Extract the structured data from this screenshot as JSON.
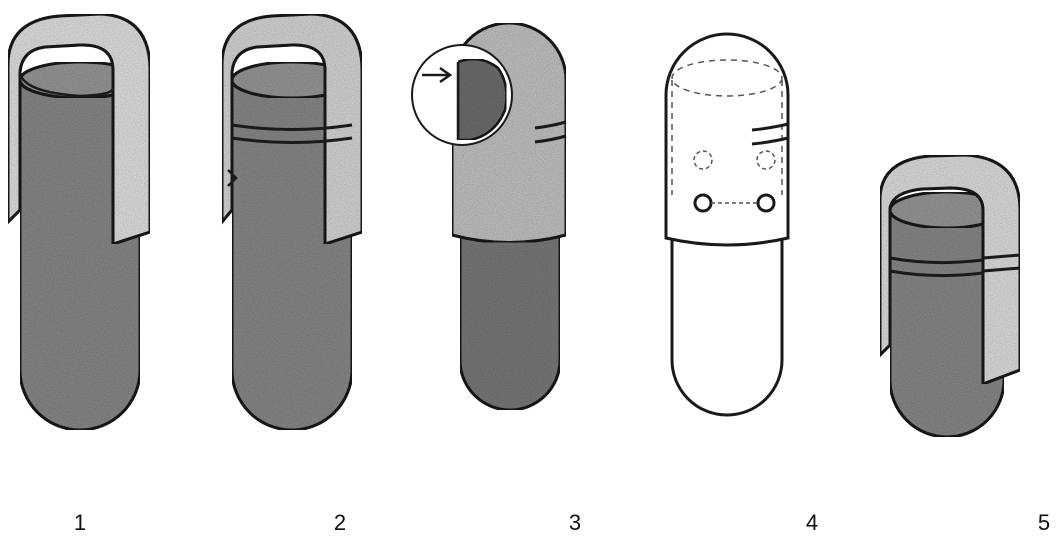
{
  "figure": {
    "panel_labels": [
      "1",
      "2",
      "3",
      "4",
      "5"
    ],
    "colors": {
      "stroke": "#1a1a1a",
      "body_dark": "#8c8c8c",
      "body_darker": "#7a7a7a",
      "cap_light": "#c9c9c9",
      "band_light": "#e6e6e6",
      "outline_fill": "#ffffff"
    },
    "icons": [
      "arrow-right-icon"
    ]
  }
}
